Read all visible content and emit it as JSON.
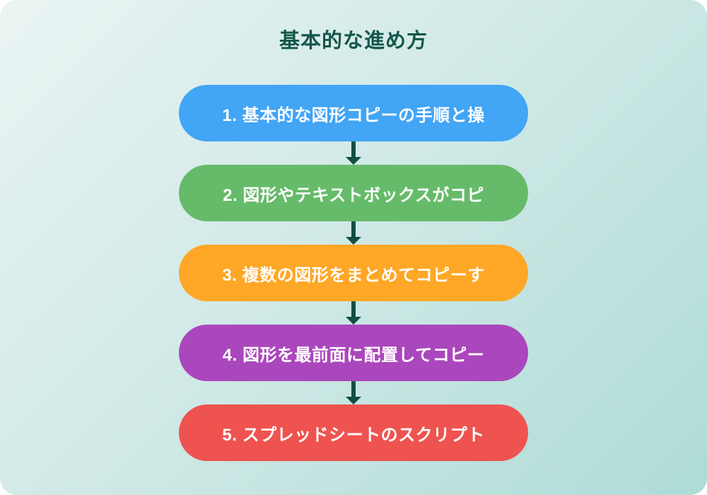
{
  "title": "基本的な進め方",
  "colors": {
    "title_text": "#15574a",
    "arrow": "#124e43",
    "background_from": "#eaf4f3",
    "background_to": "#aedbd6",
    "step_text": "#ffffff"
  },
  "flow": {
    "steps": [
      {
        "label": "1. 基本的な図形コピーの手順と操",
        "color": "#42a5f5"
      },
      {
        "label": "2. 図形やテキストボックスがコピ",
        "color": "#66bb6a"
      },
      {
        "label": "3. 複数の図形をまとめてコピーす",
        "color": "#ffa726"
      },
      {
        "label": "4. 図形を最前面に配置してコピー",
        "color": "#ab47bc"
      },
      {
        "label": "5. スプレッドシートのスクリプト",
        "color": "#ef5350"
      }
    ],
    "connector_icon": "down-arrow"
  }
}
